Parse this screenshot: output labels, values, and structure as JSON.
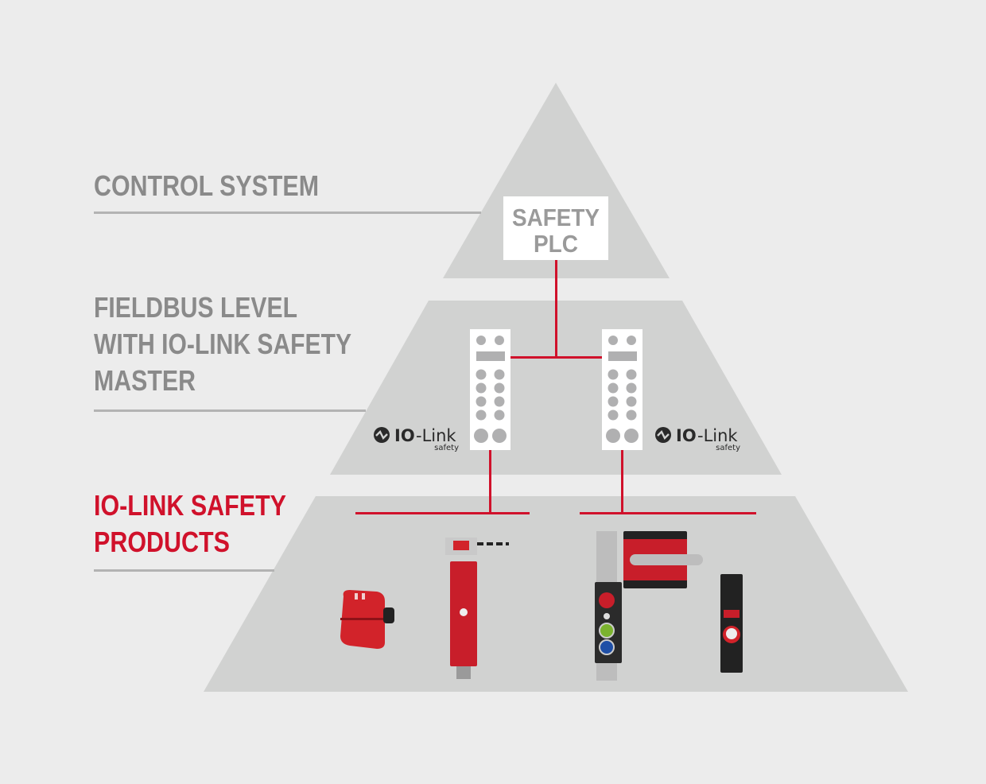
{
  "levels": {
    "control": {
      "label": "CONTROL SYSTEM"
    },
    "fieldbus": {
      "lines": [
        "FIELDBUS LEVEL",
        "WITH IO-LINK SAFETY",
        "MASTER"
      ]
    },
    "products": {
      "lines": [
        "IO-LINK SAFETY",
        "PRODUCTS"
      ]
    }
  },
  "plc": {
    "lines": [
      "SAFETY",
      "PLC"
    ]
  },
  "iolink_logo": {
    "brand": "IO",
    "suffix": "-Link",
    "sub": "safety"
  },
  "colors": {
    "background": "#ececec",
    "pyramid": "#d1d2d1",
    "accent": "#d0112b",
    "label": "#8a8a8a"
  }
}
